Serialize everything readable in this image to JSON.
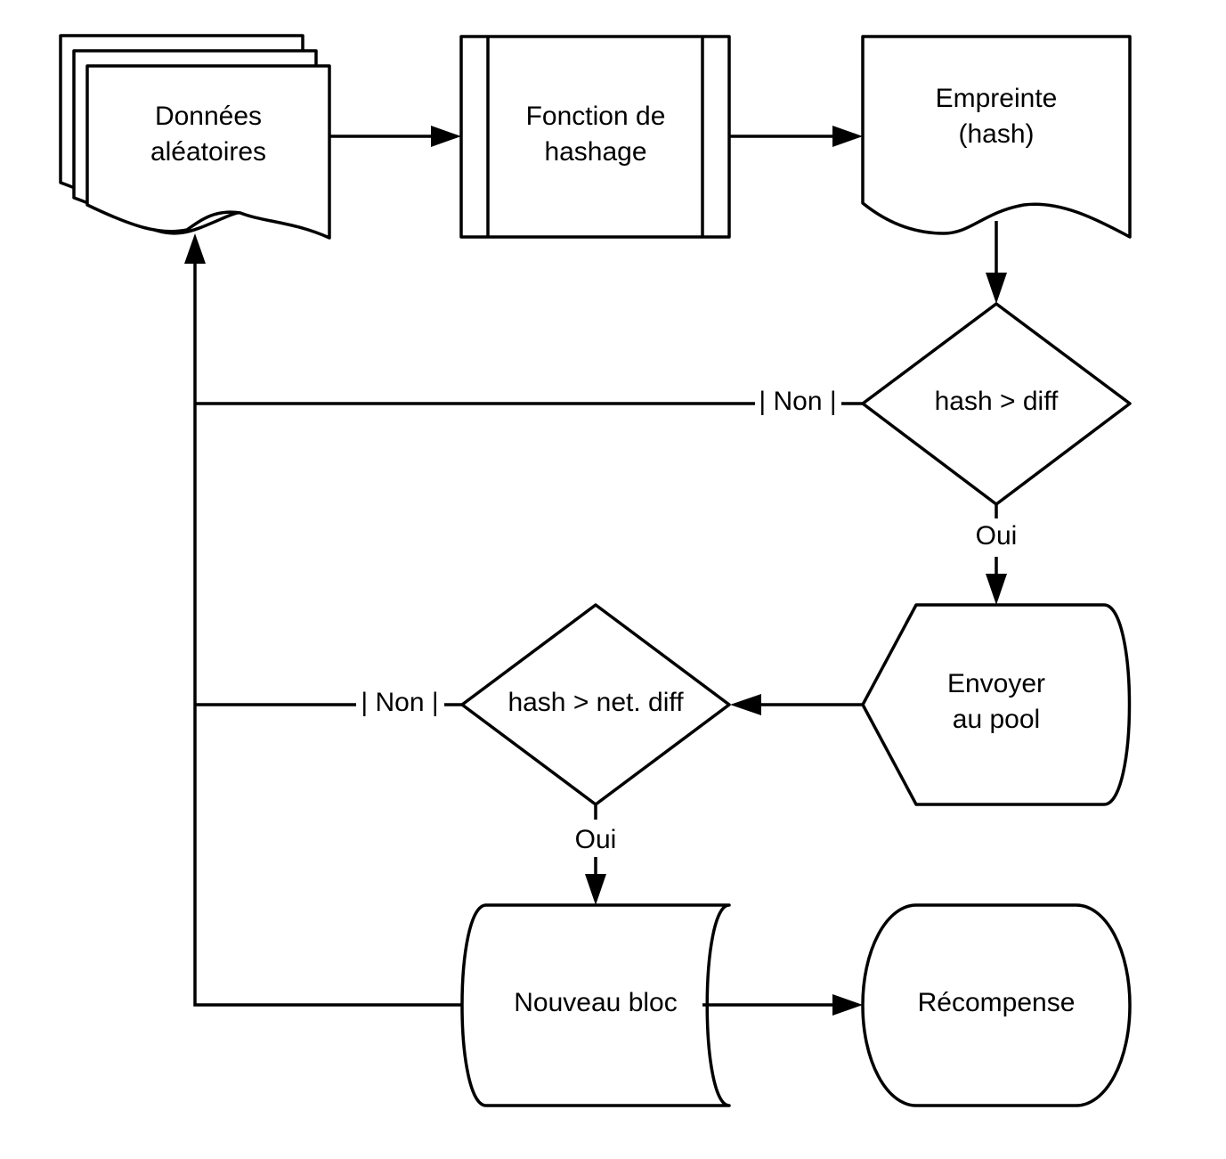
{
  "nodes": {
    "random_data": {
      "line1": "Données",
      "line2": "aléatoires"
    },
    "hash_function": {
      "line1": "Fonction de",
      "line2": "hashage"
    },
    "fingerprint": {
      "line1": "Empreinte",
      "line2": "(hash)"
    },
    "decision_diff": {
      "label": "hash > diff"
    },
    "send_pool": {
      "line1": "Envoyer",
      "line2": "au pool"
    },
    "decision_net_diff": {
      "label": "hash > net. diff"
    },
    "new_block": {
      "label": "Nouveau bloc"
    },
    "reward": {
      "label": "Récompense"
    }
  },
  "edges": {
    "diff_no": "| Non |",
    "diff_yes": "Oui",
    "net_diff_no": "| Non |",
    "net_diff_yes": "Oui"
  },
  "colors": {
    "stroke": "#000000",
    "fill": "#ffffff"
  }
}
